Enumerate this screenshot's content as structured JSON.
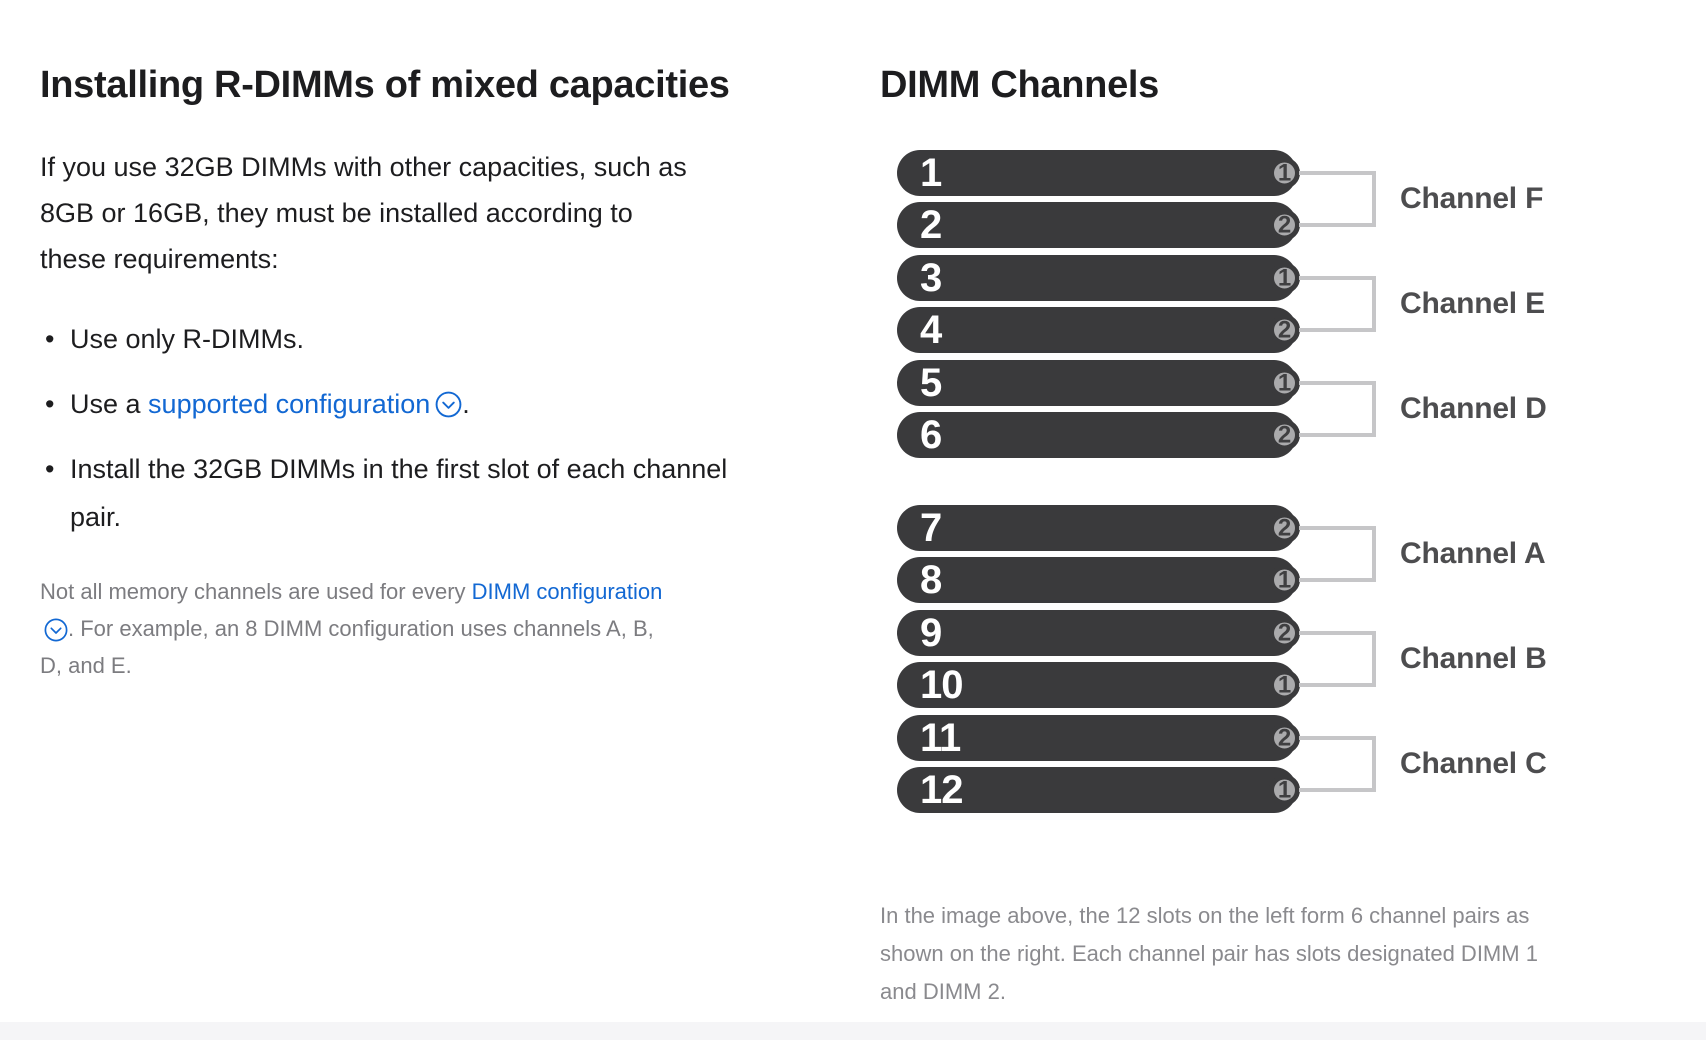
{
  "left": {
    "heading": "Installing R-DIMMs of mixed capacities",
    "intro": "If you use 32GB DIMMs with other capacities, such as 8GB or 16GB, they must be installed according to these requirements:",
    "bullet_glyph": "•",
    "bullet1": "Use only R-DIMMs.",
    "bullet2_prefix": "Use a ",
    "bullet2_link": "supported configuration",
    "bullet2_suffix": ".",
    "bullet3": "Install the 32GB DIMMs in the first slot of each channel pair.",
    "note_prefix": "Not all memory channels are used for every ",
    "note_link": "DIMM configuration",
    "note_suffix": ". For example, an 8 DIMM configuration uses channels A, B, D, and E."
  },
  "right": {
    "heading": "DIMM Channels",
    "caption": "In the image above, the 12 slots on the left form 6 channel pairs as shown on the right. Each channel pair has slots designated DIMM 1 and DIMM 2.",
    "pairs": [
      {
        "channel": "Channel F",
        "slot1": {
          "num": "1",
          "dimm": "1"
        },
        "slot2": {
          "num": "2",
          "dimm": "2"
        }
      },
      {
        "channel": "Channel E",
        "slot1": {
          "num": "3",
          "dimm": "1"
        },
        "slot2": {
          "num": "4",
          "dimm": "2"
        }
      },
      {
        "channel": "Channel D",
        "slot1": {
          "num": "5",
          "dimm": "1"
        },
        "slot2": {
          "num": "6",
          "dimm": "2"
        }
      },
      {
        "channel": "Channel A",
        "slot1": {
          "num": "7",
          "dimm": "2"
        },
        "slot2": {
          "num": "8",
          "dimm": "1"
        }
      },
      {
        "channel": "Channel B",
        "slot1": {
          "num": "9",
          "dimm": "2"
        },
        "slot2": {
          "num": "10",
          "dimm": "1"
        }
      },
      {
        "channel": "Channel C",
        "slot1": {
          "num": "11",
          "dimm": "2"
        },
        "slot2": {
          "num": "12",
          "dimm": "1"
        }
      }
    ]
  },
  "colors": {
    "text_primary": "#1d1d1f",
    "note_gray": "#7c7c80",
    "caption_gray": "#8a8a8e",
    "link_blue": "#1268d3",
    "slot_fill": "#3a3a3c",
    "slot_number_white": "#ffffff",
    "badge_fill": "#aaaaac",
    "badge_text": "#3f3f41",
    "bracket_gray": "#c6c6c8",
    "channel_label_gray": "#4d4d4f",
    "bottom_band": "#f5f5f7"
  }
}
